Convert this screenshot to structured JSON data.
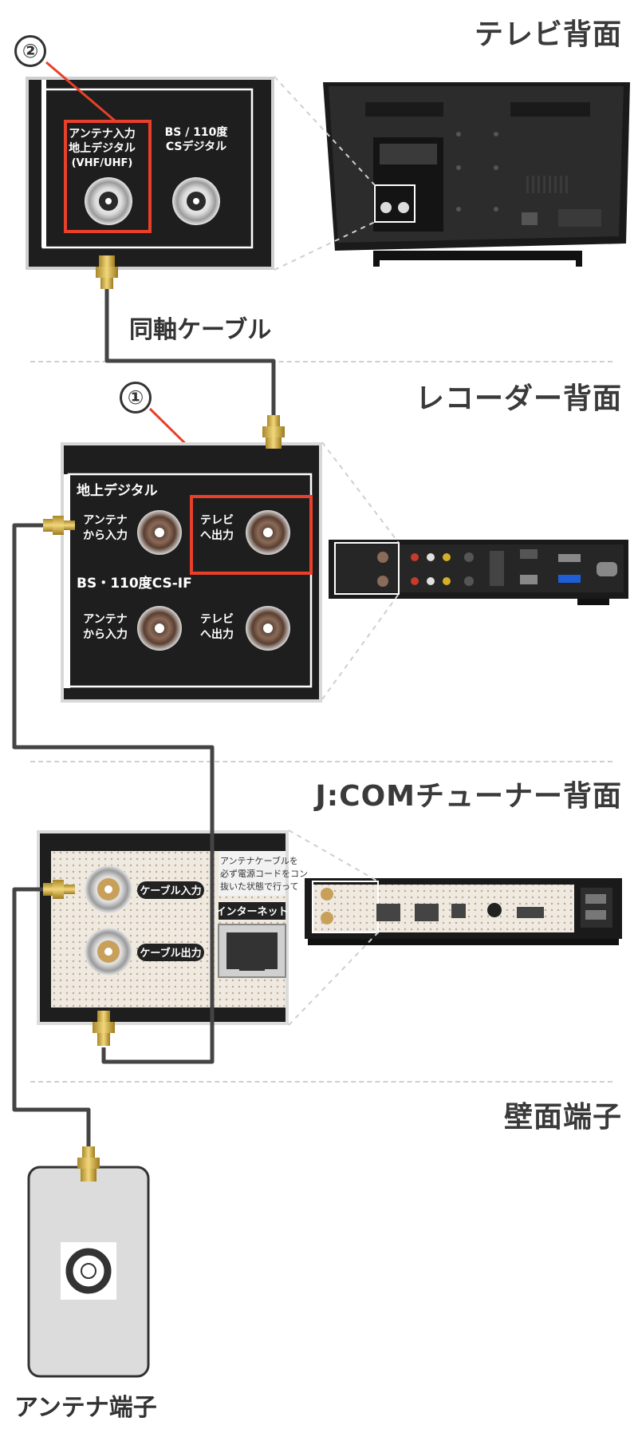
{
  "sections": {
    "tv": "テレビ背面",
    "recorder": "レコーダー背面",
    "tuner": "J:COMチューナー背面",
    "wall": "壁面端子"
  },
  "labels": {
    "coax_cable": "同軸ケーブル",
    "antenna_terminal": "アンテナ端子",
    "marker_1": "①",
    "marker_2": "②"
  },
  "tv_panel": {
    "antenna_in_line1": "アンテナ入力",
    "antenna_in_line2": "地上デジタル",
    "antenna_in_line3": "(VHF/UHF)",
    "bs_line1": "BS / 110度",
    "bs_line2": "CSデジタル"
  },
  "recorder_panel": {
    "group1": "地上デジタル",
    "group2": "BS・110度CS-IF",
    "ant_in_1": "アンテナ",
    "ant_in_2": "から入力",
    "tv_out_1": "テレビ",
    "tv_out_2": "へ出力"
  },
  "tuner_panel": {
    "cable_in": "ケーブル入力",
    "cable_out": "ケーブル出力",
    "internet": "インターネット",
    "note_1": "アンテナケーブルを",
    "note_2": "必ず電源コードをコン",
    "note_3": "抜いた状態で行って"
  },
  "colors": {
    "highlight": "#e8402a",
    "cable": "#444444",
    "panel": "#1e1e1e"
  }
}
